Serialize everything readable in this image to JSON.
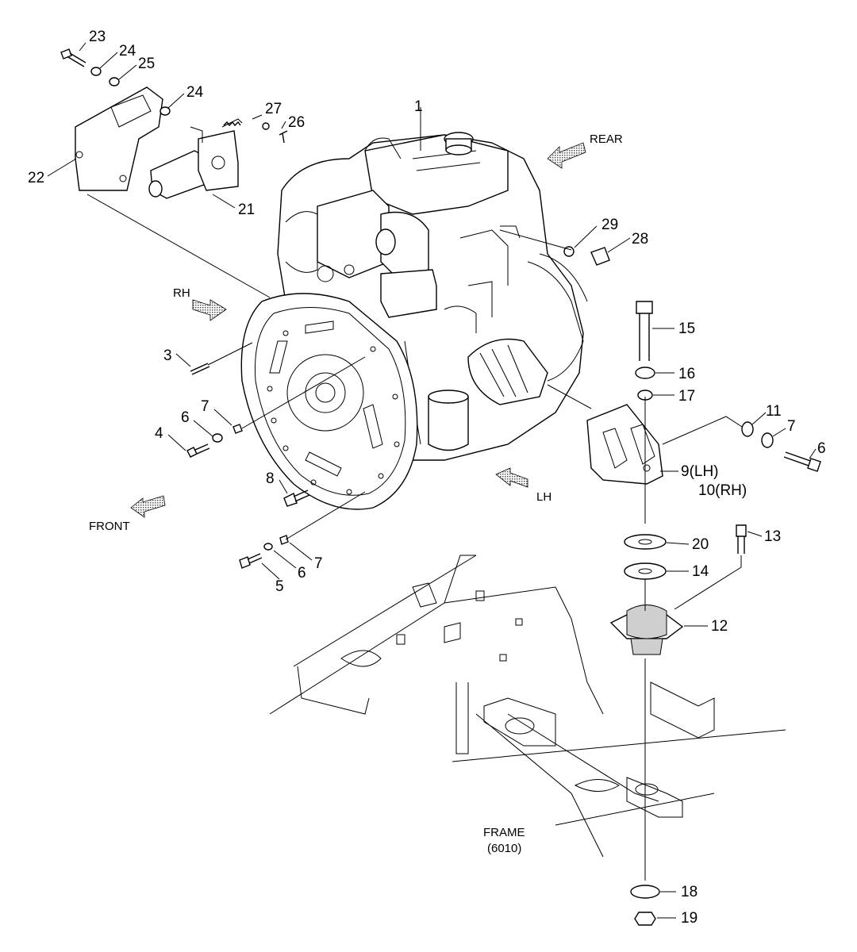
{
  "callouts": {
    "c1": "1",
    "c3": "3",
    "c4": "4",
    "c5": "5",
    "c6a": "6",
    "c6b": "6",
    "c6c": "6",
    "c7a": "7",
    "c7b": "7",
    "c7c": "7",
    "c8": "8",
    "c9": "9(LH)",
    "c10": "10(RH)",
    "c11": "11",
    "c12": "12",
    "c13": "13",
    "c14": "14",
    "c15": "15",
    "c16": "16",
    "c17": "17",
    "c18": "18",
    "c19": "19",
    "c20": "20",
    "c21": "21",
    "c22": "22",
    "c23": "23",
    "c24a": "24",
    "c24b": "24",
    "c25": "25",
    "c26": "26",
    "c27": "27",
    "c28": "28",
    "c29": "29"
  },
  "directions": {
    "rear": "REAR",
    "rh": "RH",
    "lh": "LH",
    "front": "FRONT"
  },
  "frame": {
    "label": "FRAME",
    "code": "(6010)"
  }
}
